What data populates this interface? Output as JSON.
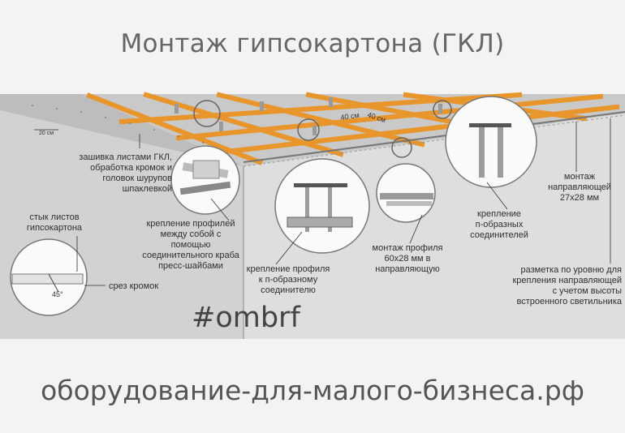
{
  "page": {
    "title": "Монтаж гипсокартона (ГКЛ)",
    "hashtag": "#ombrf",
    "footer": "оборудование-для-малого-бизнеса.рф"
  },
  "colors": {
    "wall": "#dcdcdc",
    "ceiling": "#c4c4c4",
    "profile": "#f0a23a",
    "outline": "#6f6f6f"
  },
  "dimensions": {
    "spacing_1": "40 см",
    "spacing_2": "40 см",
    "edge_distance": "20 см",
    "angle": "45°"
  },
  "labels": {
    "sheathing": "зашивка листами ГКЛ,\nобработка кромок и\nголовок шурупов\nшпаклевкой",
    "sheet_joint": "стык листов\nгипсокартона",
    "edge_cut": "срез кромок",
    "crab_fixing": "крепление профилей\nмежду собой с\nпомощью\nсоединительного краба\nпресс-шайбами",
    "u_profile_fixing": "крепление профиля\nк п-образному\nсоединителю",
    "profile_mount": "монтаж профиля\n60х28 мм в\nнаправляющую",
    "u_connectors": "крепление\nп-образных\nсоединителей",
    "guide_mount": "монтаж\nнаправляющей\n27х28 мм",
    "level_marking": "разметка по уровню для\nкрепления направляющей\nс учетом высоты\nвстроенного светильника"
  }
}
